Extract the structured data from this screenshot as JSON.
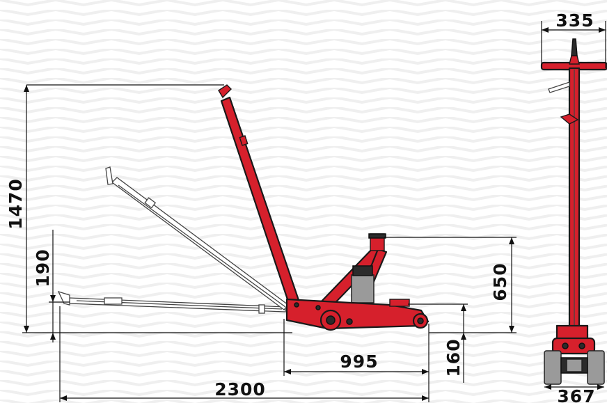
{
  "dimensions": {
    "total_length": "2300",
    "max_handle_height": "1470",
    "lowered_handle_height": "190",
    "lift_height": "650",
    "min_height": "160",
    "base_length": "995",
    "handle_width": "335",
    "wheel_track_width": "367"
  },
  "colors": {
    "jack_body": "#d6202c",
    "outline": "#1a1a1a",
    "background_stripes": "#f1f1f1"
  }
}
